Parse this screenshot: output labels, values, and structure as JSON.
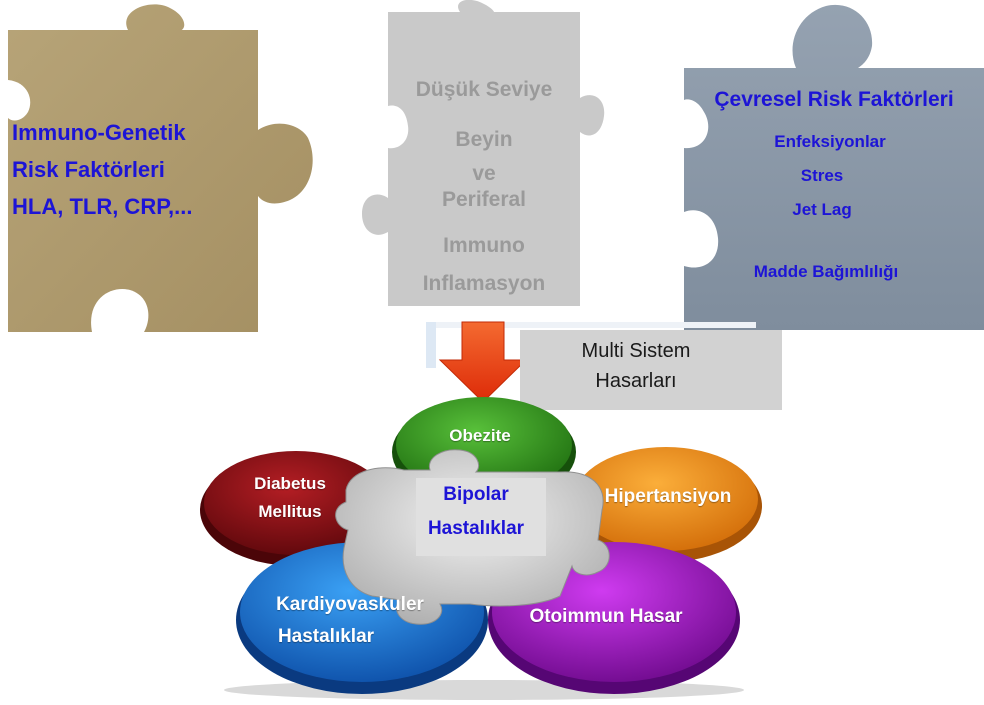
{
  "puzzle_left": {
    "lines": [
      "Immuno-Genetik",
      "Risk Faktörleri",
      "HLA, TLR, CRP,..."
    ]
  },
  "puzzle_middle": {
    "lines": [
      "Düşük Seviye",
      "Beyin",
      "ve",
      "Periferal",
      "Immuno",
      "Inflamasyon"
    ]
  },
  "puzzle_right": {
    "title": "Çevresel Risk Faktörleri",
    "items": [
      "Enfeksiyonlar",
      "Stres",
      "Jet Lag",
      "Madde Bağımlılığı"
    ]
  },
  "result_box": {
    "lines": [
      "Multi Sistem",
      "Hasarları"
    ]
  },
  "flower": {
    "center_lines": [
      "Bipolar",
      "Hastalıklar"
    ],
    "petals": {
      "top": "Obezite",
      "left": [
        "Diabetus",
        "Mellitus"
      ],
      "right": "Hipertansiyon",
      "bottom_left": [
        "Kardiyovaskuler",
        "Hastalıklar"
      ],
      "bottom_right": "Otoimmun Hasar"
    }
  },
  "colors": {
    "puzzle_left": "#ae9a6e",
    "puzzle_middle": "#c9c9c9",
    "puzzle_right": "#8a98a8",
    "text_blue": "#1d14d6",
    "arrow": "#ee3a12",
    "petal_top": "#2e8e18",
    "petal_left": "#8a1014",
    "petal_right": "#ee8e16",
    "petal_bottom_left": "#1773d6",
    "petal_bottom_right": "#a512c6",
    "center": "#c8c8c8"
  }
}
